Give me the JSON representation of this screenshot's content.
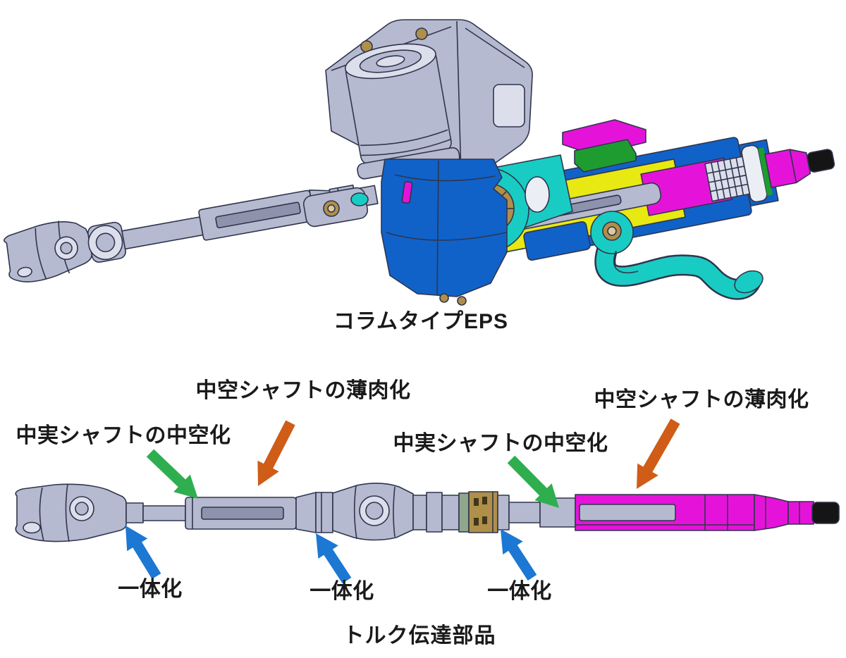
{
  "captions": {
    "top": "コラムタイプEPS",
    "bottom": "トルク伝達部品"
  },
  "annotations": {
    "hollow_thin_left": "中空シャフトの薄肉化",
    "solid_hollow_left": "中実シャフトの中空化",
    "solid_hollow_right": "中実シャフトの中空化",
    "hollow_thin_right": "中空シャフトの薄肉化",
    "integration_1": "一体化",
    "integration_2": "一体化",
    "integration_3": "一体化"
  },
  "colors": {
    "arrow_orange": "#cf5c17",
    "arrow_green": "#2fae4f",
    "arrow_blue": "#1c78d3",
    "text": "#1a1a1a",
    "cad_gray": "#b5bad0",
    "cad_gray_light": "#dcdfeb",
    "cad_gray_slot": "#8d93ad",
    "cad_outline": "#30354d",
    "cad_blue": "#1062c8",
    "cad_teal": "#19ccc3",
    "cad_yellow": "#e8e812",
    "cad_magenta": "#e513d9",
    "cad_green": "#1f9c30",
    "cad_brass": "#b08f4a",
    "cad_brass_light": "#d9cba0",
    "cad_olive": "#8fa78c",
    "cad_white": "#eceef5",
    "cad_black": "#151515"
  }
}
